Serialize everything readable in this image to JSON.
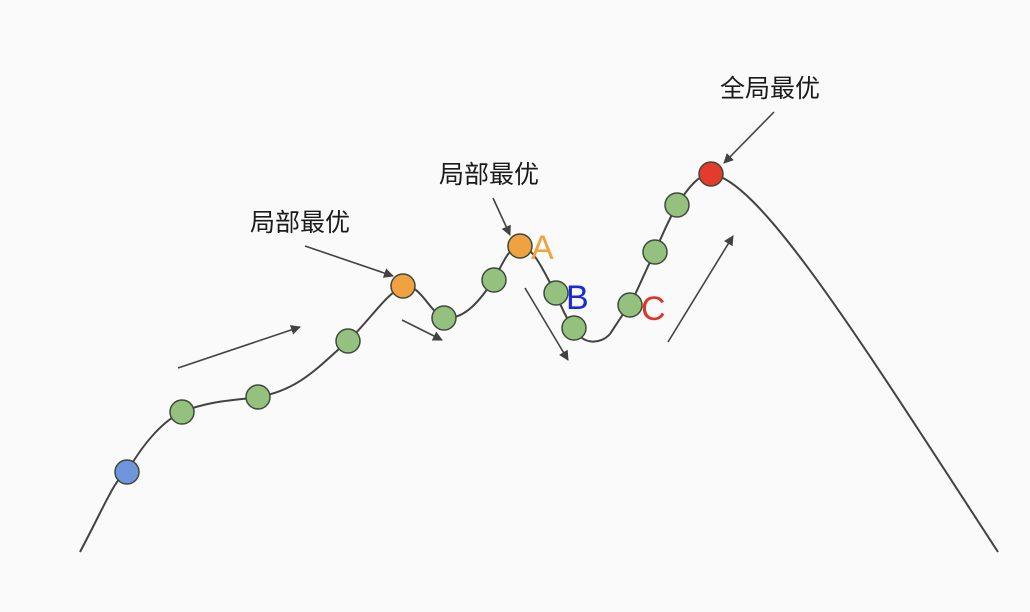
{
  "labels": {
    "local_optimum_1": "局部最优",
    "local_optimum_2": "局部最优",
    "global_optimum": "全局最优",
    "point_a": "A",
    "point_b": "B",
    "point_c": "C"
  },
  "colors": {
    "background": "#fafafa",
    "curve": "#424242",
    "arrow": "#424242",
    "start_point": "#6f95dd",
    "path_point": "#94c27e",
    "local_optimum_point": "#f0a240",
    "global_optimum_point": "#e53b2c",
    "point_stroke": "#3f4a3c",
    "letter_a": "#f2a23a",
    "letter_b": "#1a2ad8",
    "letter_c": "#e0342b",
    "text": "#1a1a1a"
  }
}
